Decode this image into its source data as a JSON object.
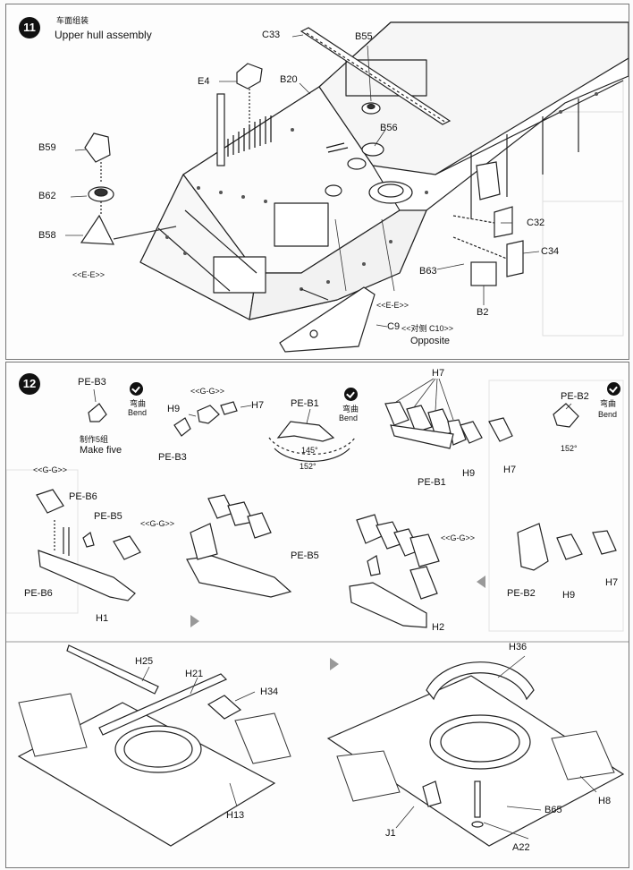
{
  "step11": {
    "number": "11",
    "title_cn": "车面组装",
    "title_en": "Upper hull assembly",
    "labels": {
      "c33": "C33",
      "b55": "B55",
      "e4": "E4",
      "b20": "B20",
      "b56": "B56",
      "b59": "B59",
      "b62": "B62",
      "b58": "B58",
      "ee_left": "<<E-E>>",
      "ee_right": "<<E-E>>",
      "c32": "C32",
      "c34": "C34",
      "b63": "B63",
      "b2": "B2",
      "c9": "C9",
      "c9_note": "<<对侧 C10>>",
      "opposite": "Opposite"
    }
  },
  "step12": {
    "number": "12",
    "labels": {
      "peb3_top": "PE-B3",
      "bend_cn_1": "弯曲",
      "bend_en_1": "Bend",
      "make_five_cn": "制作5组",
      "make_five_en": "Make five",
      "gg_1": "<<G-G>>",
      "h9_1": "H9",
      "h7_1": "H7",
      "peb3_2": "PE-B3",
      "peb1_top": "PE-B1",
      "bend_cn_2": "弯曲",
      "bend_en_2": "Bend",
      "angle_145": "145°",
      "angle_152": "152°",
      "h7_top": "H7",
      "h9_mid": "H9",
      "h7_mid": "H7",
      "peb1_mid": "PE-B1",
      "peb2_top": "PE-B2",
      "bend_cn_3": "弯曲",
      "bend_en_3": "Bend",
      "angle_152b": "152°",
      "gg_2": "<<G-G>>",
      "peb6_a": "PE-B6",
      "peb5_a": "PE-B5",
      "gg_3": "<<G-G>>",
      "peb6_b": "PE-B6",
      "h1": "H1",
      "peb5_b": "PE-B5",
      "gg_4": "<<G-G>>",
      "h2": "H2",
      "peb2_b": "PE-B2",
      "h9_b": "H9",
      "h7_b": "H7",
      "h25": "H25",
      "h21": "H21",
      "h34": "H34",
      "h13": "H13",
      "h36": "H36",
      "h8": "H8",
      "j1": "J1",
      "a22": "A22",
      "b65": "B65"
    }
  }
}
